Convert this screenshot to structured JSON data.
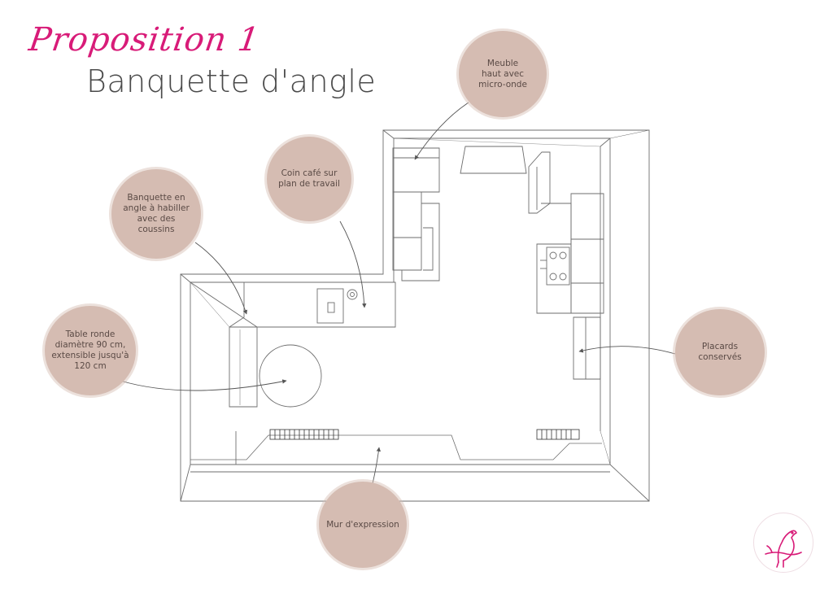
{
  "header": {
    "script_title": "Proposition 1",
    "title": "Banquette d'angle"
  },
  "annotations": {
    "meuble_haut": "Meuble\nhaut avec\nmicro-onde",
    "coin_cafe": "Coin café sur\nplan de travail",
    "banquette": "Banquette en\nangle à habiller\navec des\ncoussins",
    "table": "Table ronde\ndiamètre 90 cm,\nextensible jusqu'à\n120 cm",
    "placards": "Placards\nconservés",
    "mur": "Mur d'expression"
  },
  "colors": {
    "accent": "#d81b78",
    "bubble": "#d5bcb2",
    "line": "#6e6e6e"
  },
  "logo": {
    "icon": "bird-icon"
  }
}
